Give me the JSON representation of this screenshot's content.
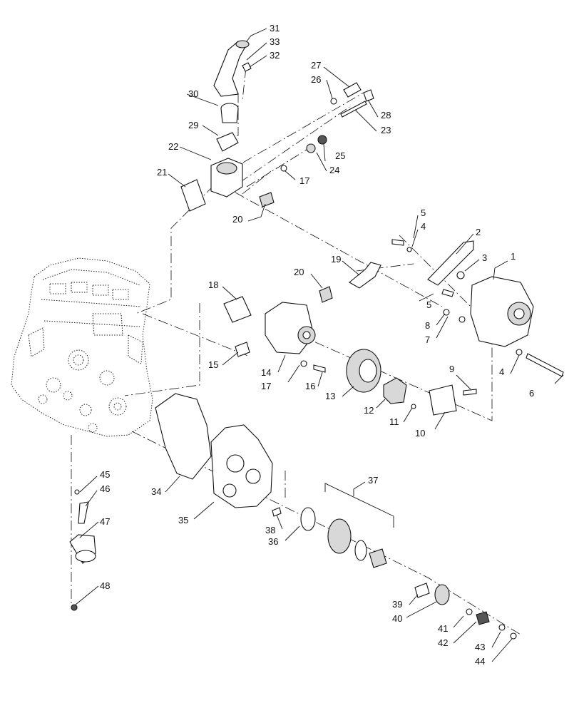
{
  "diagram": {
    "type": "exploded-parts-view",
    "callouts": [
      "1",
      "2",
      "3",
      "4",
      "5",
      "6",
      "7",
      "8",
      "9",
      "10",
      "11",
      "12",
      "13",
      "14",
      "15",
      "16",
      "17",
      "18",
      "19",
      "20",
      "21",
      "22",
      "23",
      "24",
      "25",
      "26",
      "27",
      "28",
      "29",
      "30",
      "31",
      "32",
      "33",
      "34",
      "35",
      "36",
      "37",
      "38",
      "39",
      "40",
      "41",
      "42",
      "43",
      "44",
      "45",
      "46",
      "47",
      "48"
    ]
  }
}
